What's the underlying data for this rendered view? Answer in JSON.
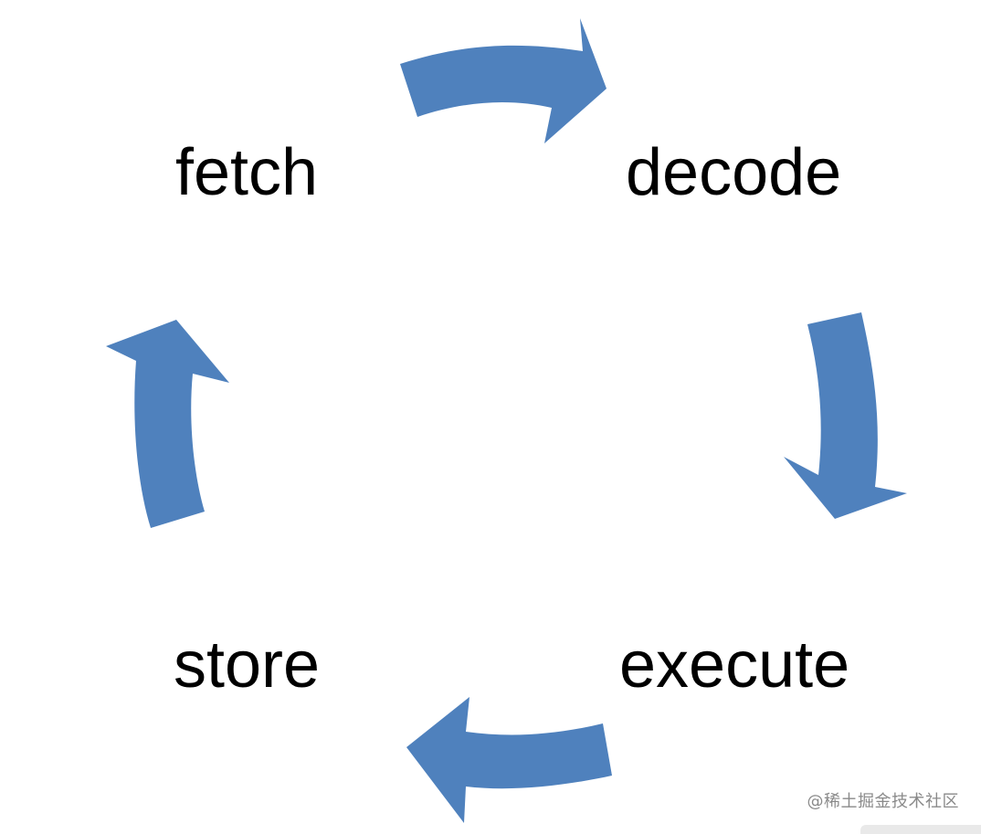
{
  "diagram": {
    "stages": {
      "fetch": "fetch",
      "decode": "decode",
      "execute": "execute",
      "store": "store"
    },
    "arrow_color": "#4f81bd",
    "arrow_icons": [
      "arrow-fetch-to-decode-icon",
      "arrow-decode-to-execute-icon",
      "arrow-execute-to-store-icon",
      "arrow-store-to-fetch-icon"
    ]
  },
  "watermark": {
    "text": "@稀土掘金技术社区"
  }
}
